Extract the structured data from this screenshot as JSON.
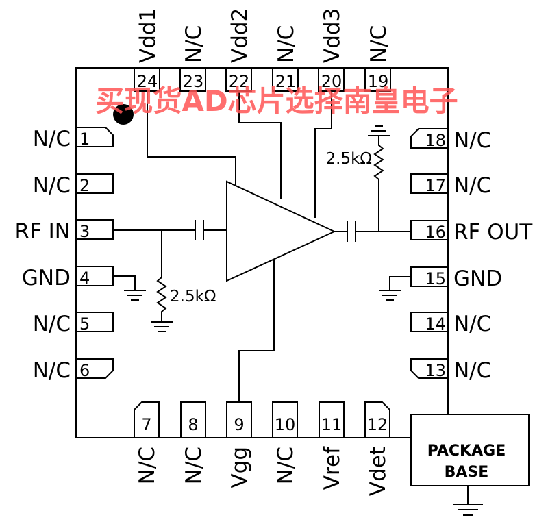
{
  "watermark": "买现货AD芯片选择南皇电子",
  "pins": {
    "left": [
      {
        "num": "1",
        "label": "N/C"
      },
      {
        "num": "2",
        "label": "N/C"
      },
      {
        "num": "3",
        "label": "RF IN"
      },
      {
        "num": "4",
        "label": "GND"
      },
      {
        "num": "5",
        "label": "N/C"
      },
      {
        "num": "6",
        "label": "N/C"
      }
    ],
    "bottom": [
      {
        "num": "7",
        "label": "N/C"
      },
      {
        "num": "8",
        "label": "N/C"
      },
      {
        "num": "9",
        "label": "Vgg"
      },
      {
        "num": "10",
        "label": "N/C"
      },
      {
        "num": "11",
        "label": "Vref"
      },
      {
        "num": "12",
        "label": "Vdet"
      }
    ],
    "right": [
      {
        "num": "13",
        "label": "N/C"
      },
      {
        "num": "14",
        "label": "N/C"
      },
      {
        "num": "15",
        "label": "GND"
      },
      {
        "num": "16",
        "label": "RF OUT"
      },
      {
        "num": "17",
        "label": "N/C"
      },
      {
        "num": "18",
        "label": "N/C"
      }
    ],
    "top": [
      {
        "num": "19",
        "label": "N/C"
      },
      {
        "num": "20",
        "label": "Vdd3"
      },
      {
        "num": "21",
        "label": "N/C"
      },
      {
        "num": "22",
        "label": "Vdd2"
      },
      {
        "num": "23",
        "label": "N/C"
      },
      {
        "num": "24",
        "label": "Vdd1"
      }
    ]
  },
  "resistors": {
    "input_bias": "2.5kΩ",
    "output_bias": "2.5kΩ"
  },
  "package_base": {
    "line1": "PACKAGE",
    "line2": "BASE"
  }
}
